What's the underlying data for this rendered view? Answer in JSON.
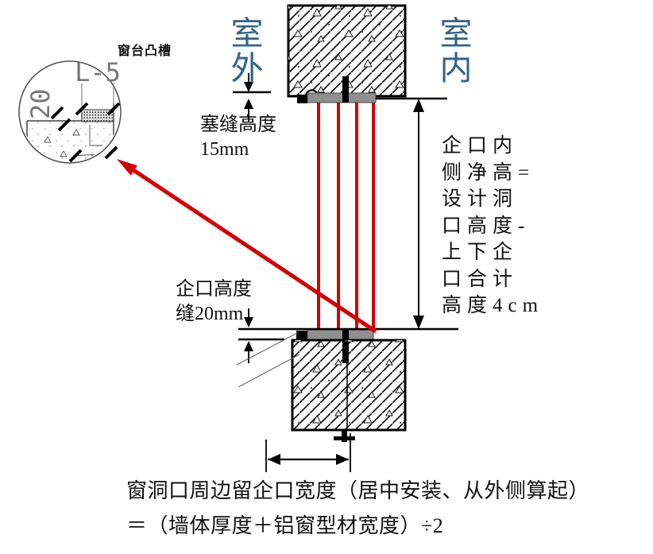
{
  "diagram": {
    "outdoor_label": "室外",
    "indoor_label": "室内",
    "seal_gap_note": "塞缝高度\n15mm",
    "groove_note": "企口高度\n缝20mm",
    "inner_height_note": "企口内\n侧净高=\n设计洞\n口高度-\n上下企\n口合计\n高度4cm",
    "formula_line1": "窗洞口周边留企口宽度（居中安装、从外侧算起）",
    "formula_line2": "＝（墙体厚度＋铝窗型材宽度）÷2",
    "detail": {
      "title": "窗台凸槽",
      "width_dim": "L-5",
      "height_dim": "20"
    },
    "colors": {
      "room_label_blue": "#336389",
      "window_red": "#d40000",
      "frame_gray": "#8f8f8f"
    }
  }
}
